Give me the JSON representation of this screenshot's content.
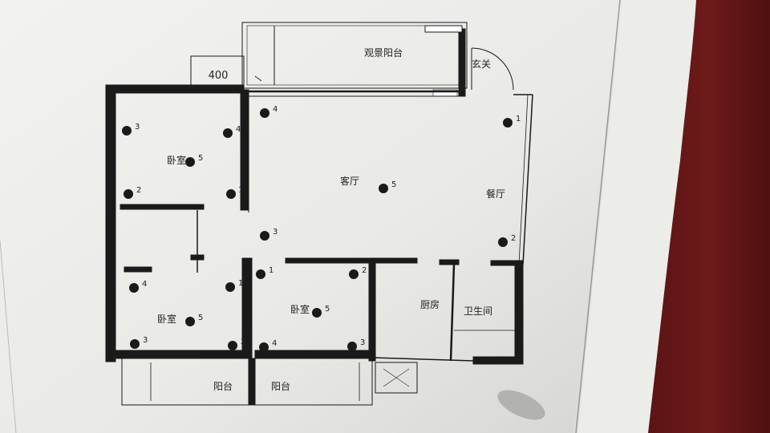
{
  "dimension": "400",
  "rooms": [
    {
      "key": "balcony-top",
      "label": "观景阳台"
    },
    {
      "key": "entrance",
      "label": "玄关"
    },
    {
      "key": "living-room",
      "label": "客厅"
    },
    {
      "key": "dining-room",
      "label": "餐厅"
    },
    {
      "key": "bedroom-nw",
      "label": "卧室"
    },
    {
      "key": "bedroom-sw",
      "label": "卧室"
    },
    {
      "key": "bedroom-s",
      "label": "卧室"
    },
    {
      "key": "kitchen",
      "label": "厨房"
    },
    {
      "key": "bathroom",
      "label": "卫生间"
    },
    {
      "key": "balcony-sw",
      "label": "阳台"
    },
    {
      "key": "balcony-s",
      "label": "阳台"
    }
  ],
  "points": [
    {
      "label": "4"
    },
    {
      "label": "3"
    },
    {
      "label": "4"
    },
    {
      "label": "5"
    },
    {
      "label": "2"
    },
    {
      "label": "1"
    },
    {
      "label": "5"
    },
    {
      "label": "1"
    },
    {
      "label": "3"
    },
    {
      "label": "2"
    },
    {
      "label": "4"
    },
    {
      "label": "1"
    },
    {
      "label": "1"
    },
    {
      "label": "5"
    },
    {
      "label": "3"
    },
    {
      "label": "2"
    },
    {
      "label": "2"
    },
    {
      "label": "5"
    },
    {
      "label": "4"
    },
    {
      "label": "3"
    }
  ]
}
